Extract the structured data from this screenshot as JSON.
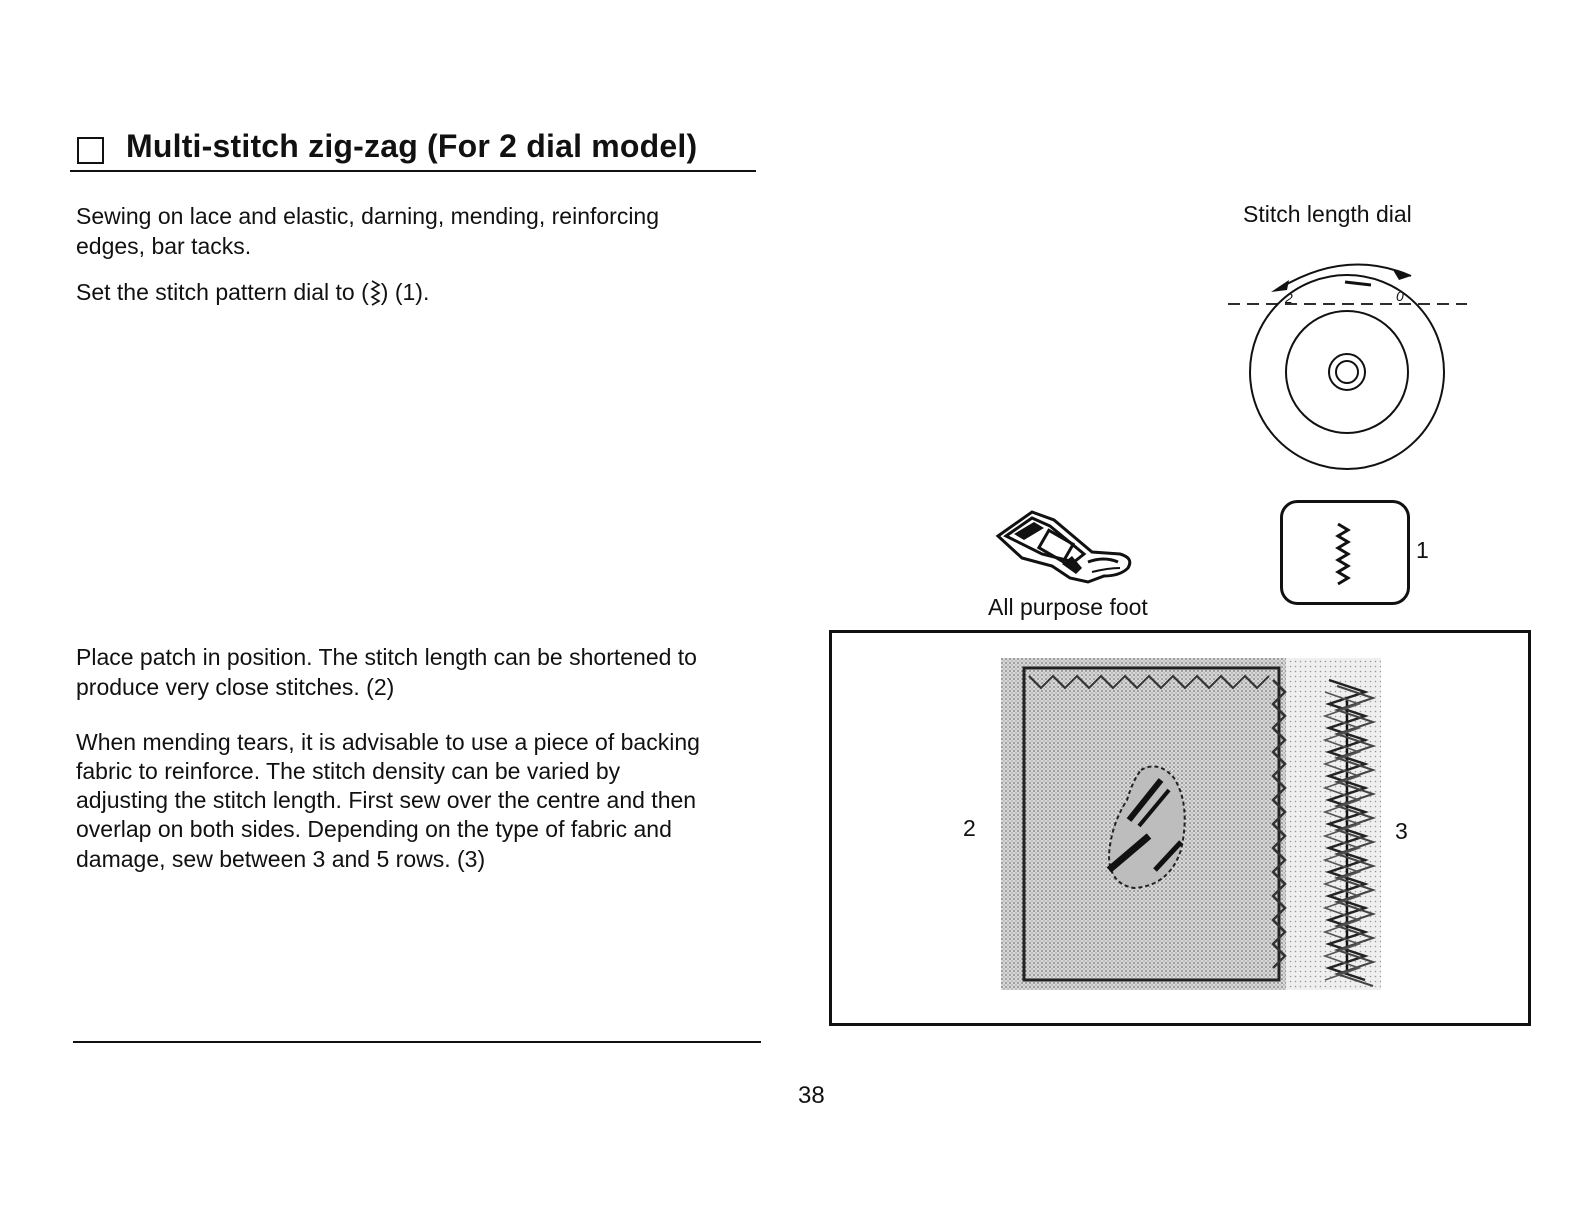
{
  "section": {
    "title": "Multi-stitch zig-zag (For 2 dial model)"
  },
  "intro": {
    "line1": "Sewing on lace and elastic, darning, mending, reinforcing",
    "line2": "edges, bar tacks.",
    "set_prefix": "Set the stitch pattern dial to (",
    "set_suffix": ") (1)."
  },
  "patch": {
    "line1": "Place patch in position. The stitch length can be shortened to",
    "line2": "produce very close stitches. (2)"
  },
  "mending": {
    "lines": [
      "When mending tears, it is advisable to use a piece of backing",
      "fabric to reinforce. The stitch density can be varied by",
      "adjusting the stitch length. First sew over the centre and then",
      "overlap on both sides. Depending on the type of fabric and",
      "damage, sew between 3 and 5 rows. (3)"
    ]
  },
  "figures": {
    "dial_label": "Stitch length dial",
    "dial_mark_left": "2",
    "dial_mark_right": "0",
    "foot_label": "All purpose foot",
    "callout_1": "1",
    "callout_2": "2",
    "callout_3": "3"
  },
  "page_number": "38"
}
